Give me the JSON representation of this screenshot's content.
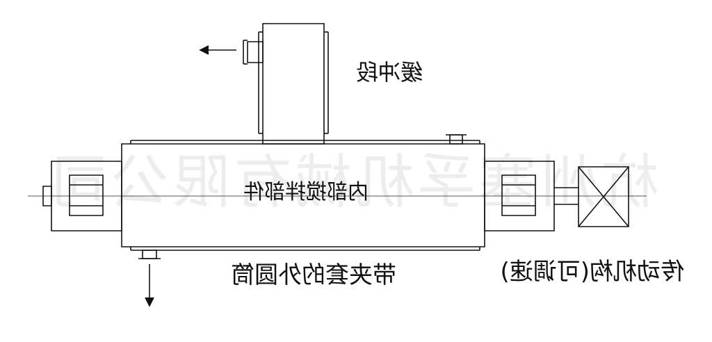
{
  "labels": {
    "buffer_section": "缓冲段",
    "internal_mixing": "内部搅拌部件",
    "jacketed_cylinder": "带夹套的外圆筒",
    "drive_mechanism": "传动机构(可调速)"
  },
  "watermark": "杭州塞孚机械有限公司",
  "colors": {
    "line": "#111111",
    "centerline": "#444444",
    "watermark": "#d8d8d8"
  }
}
